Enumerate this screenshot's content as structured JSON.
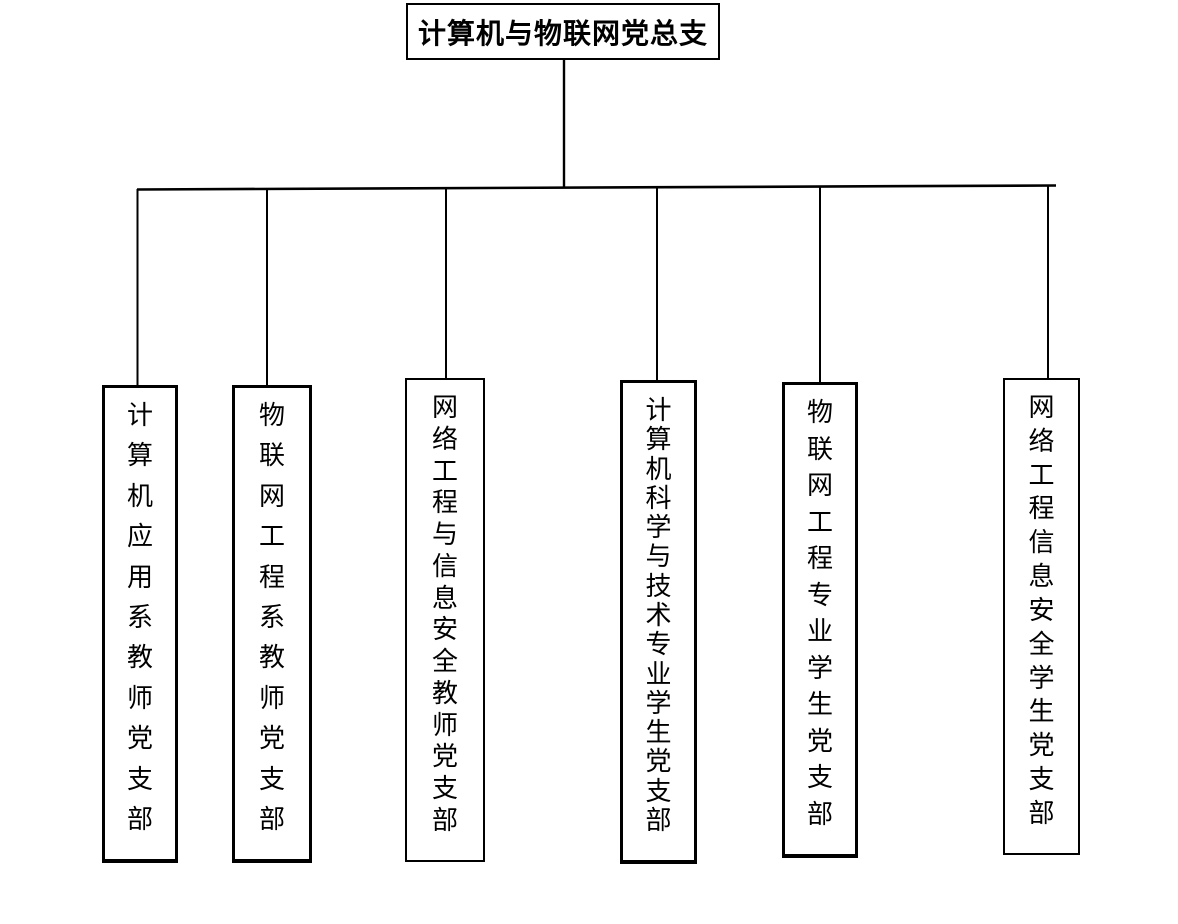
{
  "diagram": {
    "type": "org-chart",
    "root": {
      "label": "计算机与物联网党总支"
    },
    "branches": [
      {
        "label": "计算机应用系教师党支部"
      },
      {
        "label": "物联网工程系教师党支部"
      },
      {
        "label": "网络工程与信息安全教师党支部"
      },
      {
        "label": "计算机科学与技术专业学生党支部"
      },
      {
        "label": "物联网工程专业学生党支部"
      },
      {
        "label": "网络工程信息安全学生党支部"
      }
    ],
    "colors": {
      "line": "#000000",
      "text": "#000000",
      "background": "#ffffff"
    }
  }
}
